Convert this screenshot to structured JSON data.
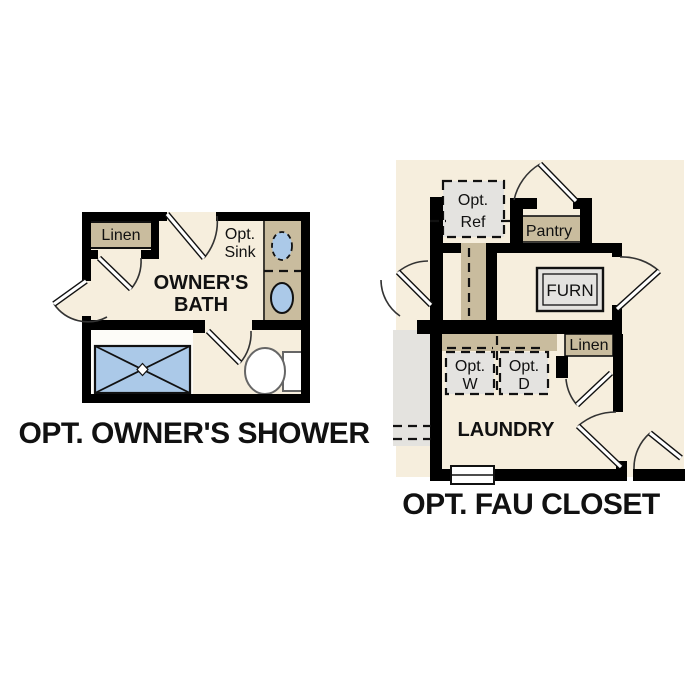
{
  "colors": {
    "page": "#ffffff",
    "floor": "#f6eedd",
    "cabinet": "#c9bc9e",
    "fixture_blue": "#abc9e8",
    "appliance_gray": "#e4e3e0",
    "wall": "#000000",
    "stall_white": "#fdfcf8"
  },
  "left_plan": {
    "title": "OPT. OWNER'S SHOWER",
    "room_name": [
      "OWNER'S",
      "BATH"
    ],
    "linen_label": "Linen",
    "opt_sink_label": [
      "Opt.",
      "Sink"
    ]
  },
  "right_plan": {
    "title": "OPT. FAU CLOSET",
    "room_name": "LAUNDRY",
    "opt_ref_label": [
      "Opt.",
      "Ref"
    ],
    "pantry_label": "Pantry",
    "furnace_label": "FURN",
    "linen_label": "Linen",
    "opt_washer_label": [
      "Opt.",
      "W"
    ],
    "opt_dryer_label": [
      "Opt.",
      "D"
    ]
  }
}
